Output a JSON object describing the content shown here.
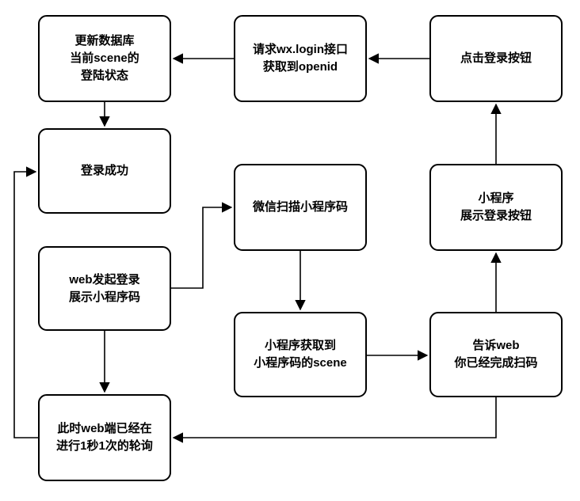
{
  "diagram": {
    "type": "flowchart",
    "background_color": "#ffffff",
    "node_fill_color": "#ffffff",
    "node_border_color": "#000000",
    "connector_color": "#000000",
    "text_color": "#000000",
    "nodes": [
      {
        "id": "update-database",
        "label": "更新数据库\n当前scene的\n登陆状态"
      },
      {
        "id": "request-wxlogin",
        "label": "请求wx.login接口\n获取到openid"
      },
      {
        "id": "click-login-button",
        "label": "点击登录按钮"
      },
      {
        "id": "login-success",
        "label": "登录成功"
      },
      {
        "id": "wechat-scan-code",
        "label": "微信扫描小程序码"
      },
      {
        "id": "miniprogram-show-login",
        "label": "小程序\n展示登录按钮"
      },
      {
        "id": "web-initiate-login",
        "label": "web发起登录\n展示小程序码"
      },
      {
        "id": "miniprogram-get-scene",
        "label": "小程序获取到\n小程序码的scene"
      },
      {
        "id": "tell-web-scan-complete",
        "label": "告诉web\n你已经完成扫码"
      },
      {
        "id": "web-polling",
        "label": "此时web端已经在\n进行1秒1次的轮询"
      }
    ],
    "edges": [
      {
        "from": "click-login-button",
        "to": "request-wxlogin"
      },
      {
        "from": "request-wxlogin",
        "to": "update-database"
      },
      {
        "from": "update-database",
        "to": "login-success"
      },
      {
        "from": "web-initiate-login",
        "to": "wechat-scan-code"
      },
      {
        "from": "wechat-scan-code",
        "to": "miniprogram-get-scene"
      },
      {
        "from": "miniprogram-get-scene",
        "to": "tell-web-scan-complete"
      },
      {
        "from": "tell-web-scan-complete",
        "to": "miniprogram-show-login"
      },
      {
        "from": "miniprogram-show-login",
        "to": "click-login-button"
      },
      {
        "from": "tell-web-scan-complete",
        "to": "web-polling"
      },
      {
        "from": "web-initiate-login",
        "to": "web-polling"
      },
      {
        "from": "web-polling",
        "to": "login-success"
      }
    ]
  }
}
